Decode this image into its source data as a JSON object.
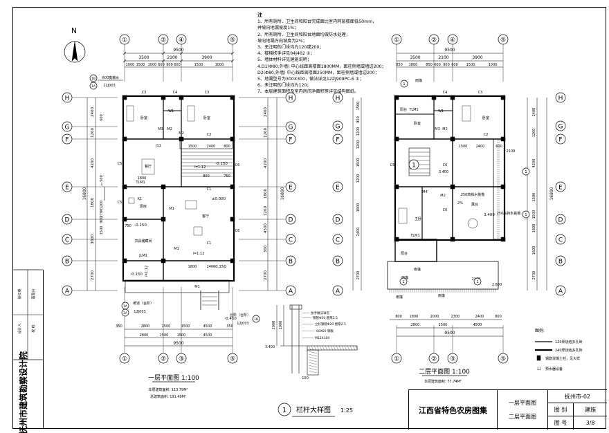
{
  "north": "N",
  "notes": {
    "title": "注",
    "items": [
      "1、所有厕所、卫生间和阳台完成面比室内同层楼面低50mm，",
      "    并坡向地漏坡度1%；",
      "2、所有厕所、卫生间和阳台地面均做防水处理，",
      "    坡向地漏方向坡度为2%；",
      "3、无注明的门垛均为120或200；",
      "4、楼梯扶手详见04J402 ①；",
      "5、墙体材料详见建施说明；",
      "4.D1(Φ80,外墙) 中心线距离楼面1800MM，距柱侧墙或墙边200；",
      "  D2(Φ80,外墙) 中心线距离楼面250MM，距柱侧墙或墙边200；",
      "5、地漏型号为300X300，做法详见12ZJ909PC-6 ①；",
      "6、未注明的门垛均为120；",
      "7、本层建筑面积及室内房间净面积等详见结构图纸。"
    ]
  },
  "plan1": {
    "axes_top": [
      "①",
      "②",
      "④",
      "⑤"
    ],
    "axes_bottom": [
      "①",
      "②",
      "③",
      "⑤"
    ],
    "axes_left": [
      "H",
      "G",
      "F",
      "E",
      "D",
      "C",
      "B",
      "A"
    ],
    "dims_top_total": "9500",
    "dims_top": [
      "3500",
      "2100",
      "3900"
    ],
    "dims_top_sub": [
      "1000",
      "1500",
      "1000",
      "600",
      "900",
      "600",
      "1500",
      "1000"
    ],
    "dims_left_total": "16800",
    "dims_left": [
      "2400",
      "1200",
      "4200",
      "1800",
      "3600",
      "2700"
    ],
    "dims_left_sub": [
      "600",
      "500",
      "1200",
      "2700",
      "900",
      "1500"
    ],
    "dims_right": [
      "2400",
      "1200",
      "4200",
      "1800",
      "1200",
      "4500",
      "300",
      "2700"
    ],
    "dims_bottom": [
      "350",
      "2800",
      "1500",
      "1500",
      "4500",
      "350"
    ],
    "dims_bottom_sub": [
      "2800",
      "1500",
      "1500",
      "4500"
    ],
    "dims_bottom_total": "9500",
    "rooms": [
      {
        "id": "bed1",
        "label": "卧室"
      },
      {
        "id": "bed2",
        "label": "卧室"
      },
      {
        "id": "dining",
        "label": "餐厅"
      },
      {
        "id": "kitchen",
        "label": "厨房"
      },
      {
        "id": "living",
        "label": "客厅"
      },
      {
        "id": "storage",
        "label": "农具储藏间"
      }
    ],
    "tags": [
      "C3",
      "C4",
      "C3",
      "W1",
      "M2",
      "M3",
      "M2",
      "C2",
      "J11",
      "TLM1",
      "C1",
      "K1",
      "M1",
      "C1",
      "JLM1",
      "M1",
      "C5",
      "C6",
      "C6",
      "M1",
      "C5"
    ],
    "dims_inner": [
      "1500",
      "2400",
      "800",
      "1800",
      "800",
      "750",
      "1800",
      "2400",
      "750"
    ],
    "levels": [
      "-0.150",
      "±0.000",
      "-0.150",
      "-0.150",
      "-0.150",
      "-0.450"
    ],
    "slopes": [
      "i=1:12",
      "i=1:12",
      "i=1:12"
    ],
    "ref_1b": "600宽散水",
    "ref_code": "12J003",
    "ref_bottom": "坡道（台阶）",
    "ref_bottom2": "12J003",
    "ref_bottom3": "台阶（台阶）",
    "ref_bottom4": "12J003",
    "ref_idx_top": "1B",
    "ref_idx_top2": "1A",
    "ref_idx_b1": "1A",
    "ref_idx_b2": "1A",
    "ref_idx_b3": "1B",
    "caption": "一层平面图 1:100",
    "area1": "本层建筑面积: 113.79M²",
    "area2": "总建筑面积: 191.49M²",
    "mark_1": "1"
  },
  "plan2": {
    "axes_top": [
      "①",
      "②",
      "④",
      "⑤"
    ],
    "axes_bottom": [
      "①",
      "②",
      "③",
      "⑤"
    ],
    "axes_left": [
      "H",
      "G",
      "F",
      "E",
      "D",
      "C",
      "B",
      "A"
    ],
    "dims_top_total": "9500",
    "dims_top": [
      "3500",
      "2100",
      "3900"
    ],
    "dims_top_sub": [
      "850",
      "1800",
      "850",
      "600",
      "900",
      "600",
      "1500",
      "1000"
    ],
    "dims_left": [
      "1500",
      "900",
      "1200",
      "1200",
      "1500",
      "1200",
      "1800",
      "2400",
      "2700"
    ],
    "dims_right": [
      "2400",
      "1200",
      "4200",
      "1500",
      "1500",
      "1800",
      "1600",
      "2700"
    ],
    "dims_right_total": "16800",
    "dims_bottom": [
      "800",
      "1800",
      "2000",
      "2300",
      "2400",
      "800"
    ],
    "dims_bottom2": [
      "2800",
      "1500",
      "4500"
    ],
    "dims_bottom_total": "9500",
    "rooms": [
      {
        "id": "balcony",
        "label": "阳台"
      },
      {
        "id": "bed3",
        "label": "卧室"
      },
      {
        "id": "bed4",
        "label": "卧室"
      },
      {
        "id": "master",
        "label": "主卧"
      },
      {
        "id": "terrace",
        "label": "露台"
      },
      {
        "id": "sunroom",
        "label": "阳台"
      }
    ],
    "tags": [
      "C4",
      "C3",
      "W1",
      "TLM1",
      "M3",
      "M2",
      "C2",
      "C5",
      "TLM1",
      "C6",
      "C6",
      "M2",
      "M4"
    ],
    "labels_misc": [
      "雨篷",
      "雨篷",
      "雨篷",
      "雨篷",
      "雨篷",
      "250高挡水挑檐",
      "250高挡水挑檐"
    ],
    "dims_inner": [
      "1500",
      "2400",
      "600",
      "2100",
      "3.400",
      "2100",
      "2.600"
    ],
    "levels": [
      "3.400",
      "3.400"
    ],
    "slope": "2%",
    "caption": "二层平面图 1:100",
    "area": "本层建筑面积: 77.74M²",
    "mark_1": "1"
  },
  "legend": {
    "title": "图例:",
    "items": [
      "120厚烧结多孔砖",
      "240厚烧结多孔砖",
      "钢筋混凝土柱，见大样",
      "预水器设备"
    ]
  },
  "detail": {
    "number": "1",
    "title": "栏杆大样图",
    "scale": "1:25",
    "notes": [
      "扶手做法详见",
      "钢管Φ50 壁厚2.5",
      "立杆钢管Φ20 壁厚2.5",
      "60X60 钢板",
      "M12X100"
    ],
    "dims": [
      "100",
      "1000",
      "1000",
      "100"
    ],
    "level": "3.400"
  },
  "sidebar": {
    "company": "抚州市建筑勘察设计院",
    "role1": "设计人",
    "name1": "徐红英",
    "role2": "校 核",
    "name2": "蔡周兴"
  },
  "titleblock": {
    "project": "江西省特色农房图集",
    "drawing1": "一层平面图",
    "drawing2": "二层平面图",
    "code": "抚州市-02",
    "label_type": "图 别",
    "type": "建施",
    "label_no": "图 号",
    "no": "3/8"
  }
}
